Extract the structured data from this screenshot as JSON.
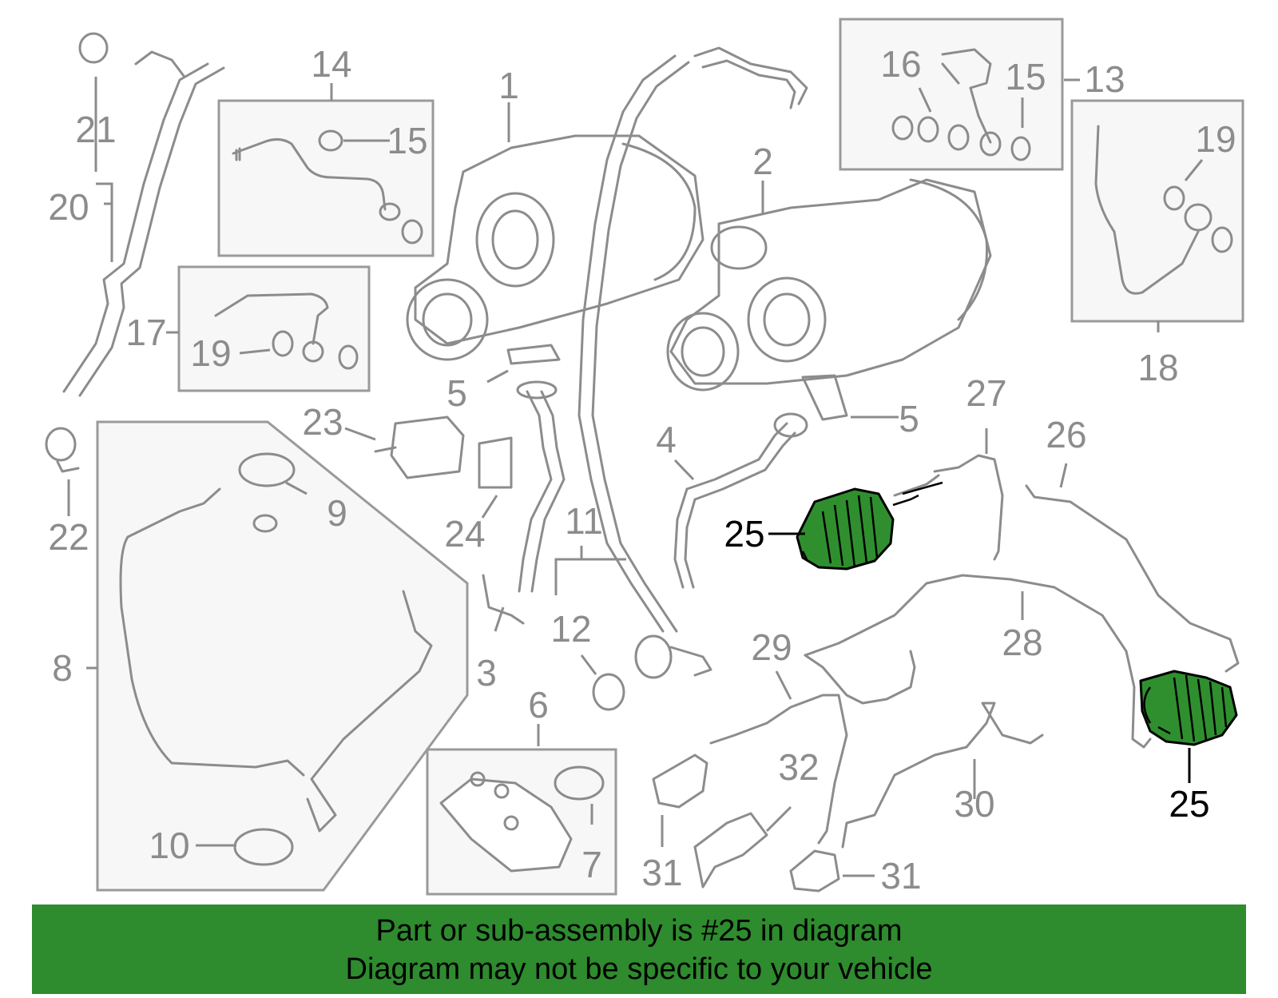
{
  "labels": {
    "p1": "1",
    "p2": "2",
    "p3": "3",
    "p4": "4",
    "p5a": "5",
    "p5b": "5",
    "p6": "6",
    "p7": "7",
    "p8": "8",
    "p9": "9",
    "p10": "10",
    "p11": "11",
    "p12": "12",
    "p13": "13",
    "p14": "14",
    "p15a": "15",
    "p15b": "15",
    "p16": "16",
    "p17": "17",
    "p18": "18",
    "p19a": "19",
    "p19b": "19",
    "p20": "20",
    "p21": "21",
    "p22": "22",
    "p23": "23",
    "p24": "24",
    "p25a": "25",
    "p25b": "25",
    "p26": "26",
    "p27": "27",
    "p28": "28",
    "p29": "29",
    "p30": "30",
    "p31a": "31",
    "p31b": "31",
    "p32": "32"
  },
  "banner": {
    "line1": "Part or sub-assembly is #25 in diagram",
    "line2": "Diagram may not be specific to your vehicle"
  },
  "colors": {
    "highlight": "#2f8f2f",
    "banner": "#2e8b2e",
    "line": "#8c8c8c"
  }
}
